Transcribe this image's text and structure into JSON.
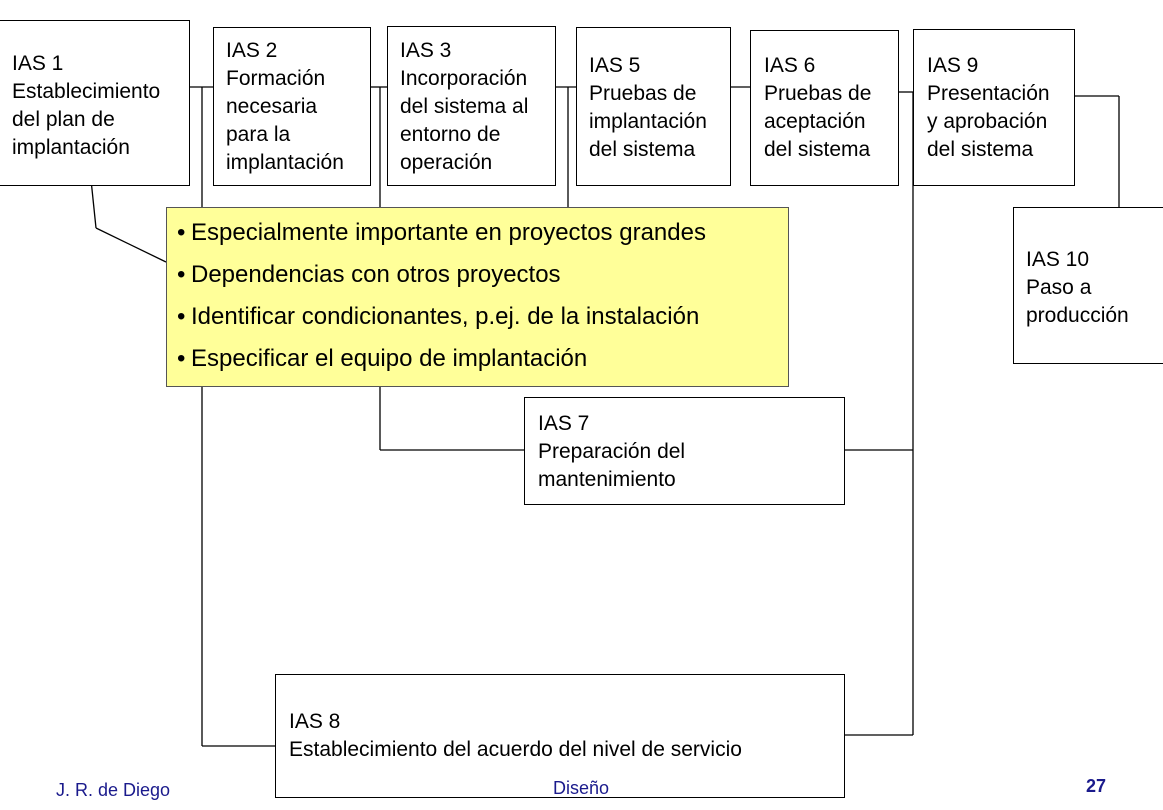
{
  "activities": {
    "ias1": {
      "code": "IAS 1",
      "label": "Establecimiento\ndel plan de\nimplantación"
    },
    "ias2": {
      "code": "IAS 2",
      "label": "Formación\nnecesaria\npara la\nimplantación"
    },
    "ias3": {
      "code": "IAS 3",
      "label": "Incorporación\ndel sistema al\nentorno de\noperación"
    },
    "ias5": {
      "code": "IAS 5",
      "label": "Pruebas de\nimplantación\ndel sistema"
    },
    "ias6": {
      "code": "IAS 6",
      "label": "Pruebas de\naceptación\ndel sistema"
    },
    "ias9": {
      "code": "IAS 9",
      "label": "Presentación\ny aprobación\ndel sistema"
    },
    "ias10": {
      "code": "IAS 10",
      "label": "Paso a\nproducción"
    },
    "ias7": {
      "code": "IAS 7",
      "label": "Preparación del\nmantenimiento"
    },
    "ias8": {
      "code": "IAS 8",
      "label": "Establecimiento del acuerdo del nivel de servicio"
    }
  },
  "notes": {
    "bullet": "•",
    "items": [
      "Especialmente importante en proyectos grandes",
      "Dependencias con otros proyectos",
      "Identificar condicionantes, p.ej. de la instalación",
      "Especificar el equipo de implantación"
    ],
    "background": "#ffff99"
  },
  "footer": {
    "author": "J. R. de Diego",
    "section": "Diseño",
    "page": "27",
    "color": "#1a1a8c"
  }
}
